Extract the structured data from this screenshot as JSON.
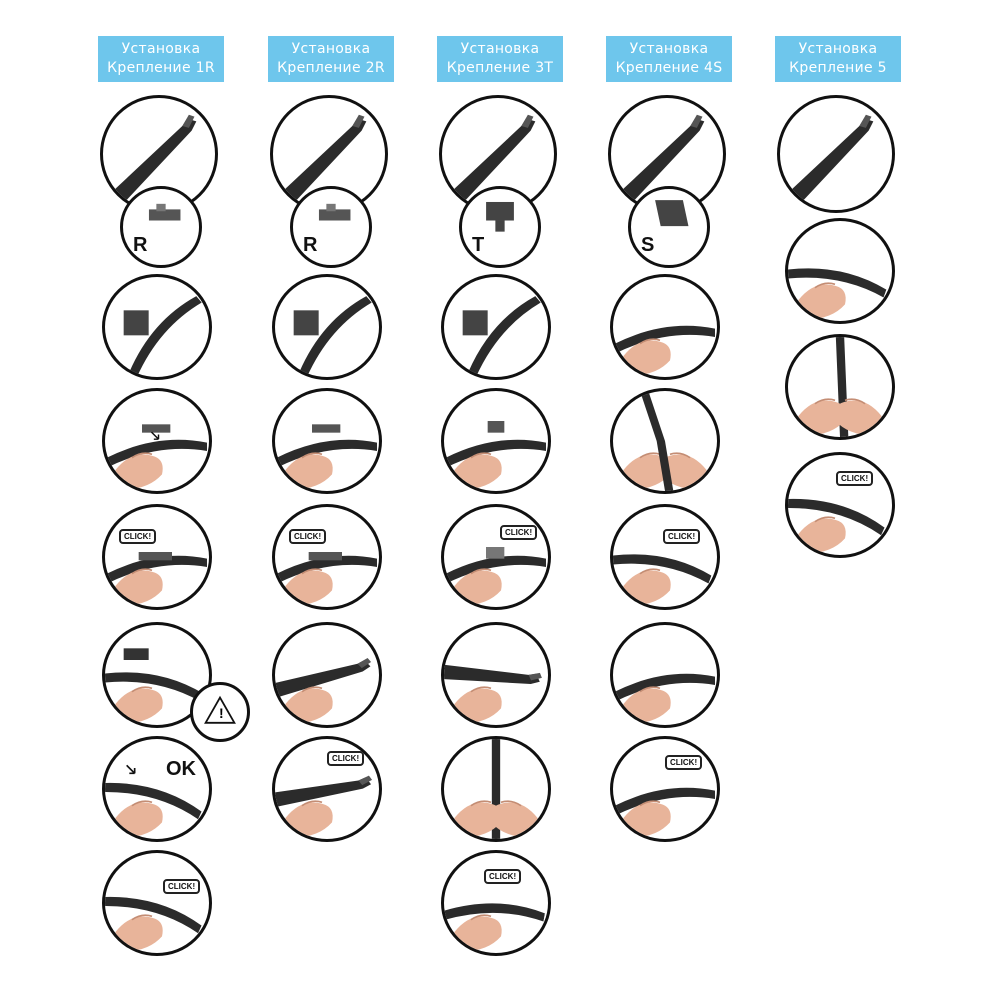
{
  "headers": [
    {
      "line1": "Установка",
      "line2": "Крепление 1R"
    },
    {
      "line1": "Установка",
      "line2": "Крепление 2R"
    },
    {
      "line1": "Установка",
      "line2": "Крепление 3T"
    },
    {
      "line1": "Установка",
      "line2": "Крепление 4S"
    },
    {
      "line1": "Установка",
      "line2": "Крепление 5"
    }
  ],
  "adapter_letters": {
    "c1": "R",
    "c2": "R",
    "c3": "T",
    "c4": "S"
  },
  "click_label": "CLICK!",
  "ok_label": "OK",
  "warning_symbol": "!",
  "colors": {
    "header_bg": "#6ec6ec",
    "header_text": "#ffffff",
    "outline": "#111111",
    "blade": "#2b2b2b",
    "skin": "#e8b49a"
  }
}
